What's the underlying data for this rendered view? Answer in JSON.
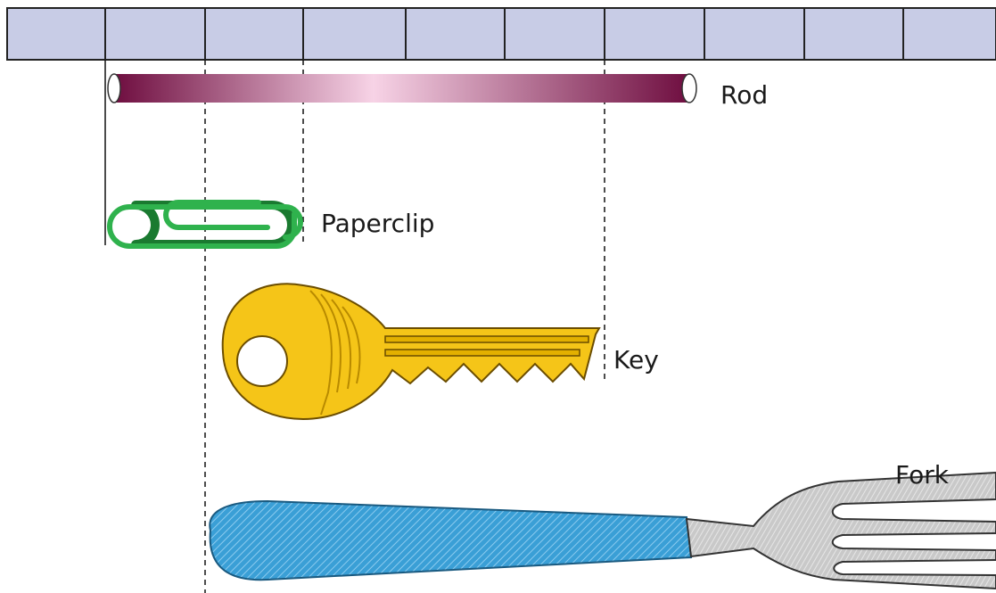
{
  "ruler": {
    "cell_count": 10,
    "fill": "#c8cce6",
    "stroke": "#222222"
  },
  "objects": [
    {
      "id": "rod",
      "label": "Rod",
      "color": "#7a1048"
    },
    {
      "id": "paperclip",
      "label": "Paperclip",
      "color": "#2aa84a"
    },
    {
      "id": "key",
      "label": "Key",
      "color": "#f5c518"
    },
    {
      "id": "fork",
      "label": "Fork",
      "color": "#3aa6d8"
    }
  ],
  "icons": [
    "rod-icon",
    "paperclip-icon",
    "key-icon",
    "fork-icon"
  ]
}
